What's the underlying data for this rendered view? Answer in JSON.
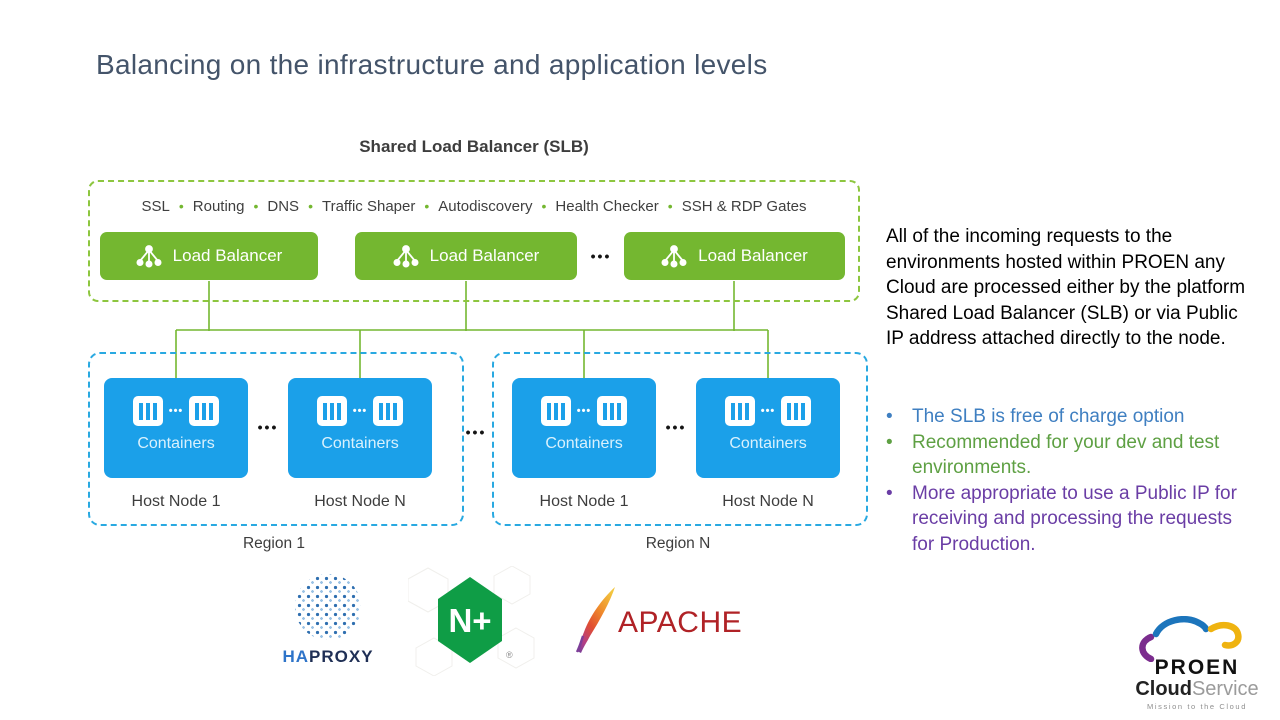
{
  "title": "Balancing on the infrastructure and application levels",
  "diagram": {
    "heading": "Shared Load Balancer (SLB)",
    "features": [
      "SSL",
      "Routing",
      "DNS",
      "Traffic Shaper",
      "Autodiscovery",
      "Health Checker",
      "SSH & RDP Gates"
    ],
    "load_balancers": [
      {
        "label": "Load Balancer"
      },
      {
        "label": "Load Balancer"
      },
      {
        "label": "Load Balancer"
      }
    ],
    "ellipsis": "•••",
    "regions": [
      {
        "label": "Region 1",
        "hosts": [
          {
            "box_label": "Containers",
            "node_label": "Host Node 1"
          },
          {
            "box_label": "Containers",
            "node_label": "Host Node N"
          }
        ]
      },
      {
        "label": "Region N",
        "hosts": [
          {
            "box_label": "Containers",
            "node_label": "Host Node 1"
          },
          {
            "box_label": "Containers",
            "node_label": "Host Node N"
          }
        ]
      }
    ],
    "colors": {
      "lb_green": "#74b730",
      "dashed_green": "#8dc63f",
      "container_blue": "#1ba0e9",
      "dashed_blue": "#29a9e1"
    }
  },
  "sidebar": {
    "paragraph": "All of the incoming requests to the environments hosted within PROEN any Cloud are processed either by the platform Shared Load Balancer (SLB) or via Public IP address attached directly to the node.",
    "bullets": [
      {
        "text": "The SLB is free of charge option",
        "color": "#3f7fc1"
      },
      {
        "text": "Recommended for your dev and test environments.",
        "color": "#5ea043"
      },
      {
        "text": "More appropriate to use a Public IP for receiving and processing the requests for Production.",
        "color": "#6a3da5"
      }
    ]
  },
  "logos": {
    "haproxy": {
      "text_ha": "HA",
      "text_proxy": "PROXY"
    },
    "nginx": {
      "badge": "N+",
      "registered": "®"
    },
    "apache": {
      "text": "APACHE"
    },
    "proen": {
      "name": "PROEN",
      "cloud": "Cloud",
      "service": "Service",
      "tagline": "Mission to the Cloud"
    }
  }
}
